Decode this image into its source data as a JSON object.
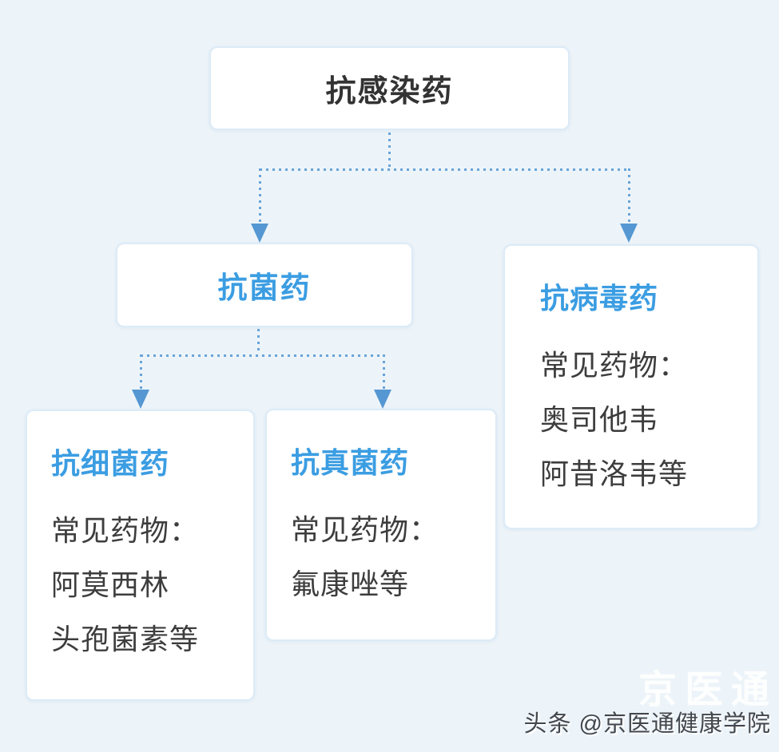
{
  "colors": {
    "background": "#edf4f9",
    "card_background": "#ffffff",
    "card_border": "#dcebf7",
    "accent_blue": "#3b9de2",
    "connector_blue": "#69a4d8",
    "arrowhead_blue": "#5497d2",
    "dark_text": "#3d3d3d"
  },
  "diagram": {
    "root": {
      "title": "抗感染药"
    },
    "antibacterial": {
      "title": "抗菌药"
    },
    "antiviral": {
      "title": "抗病毒药",
      "lines": [
        "常见药物：",
        "奥司他韦",
        "阿昔洛韦等"
      ]
    },
    "antibacterium": {
      "title": "抗细菌药",
      "lines": [
        "常见药物：",
        "阿莫西林",
        "头孢菌素等"
      ]
    },
    "antifungal": {
      "title": "抗真菌药",
      "lines": [
        "常见药物：",
        "氟康唑等"
      ]
    }
  },
  "watermark": "京医通",
  "attribution": "头条 @京医通健康学院"
}
